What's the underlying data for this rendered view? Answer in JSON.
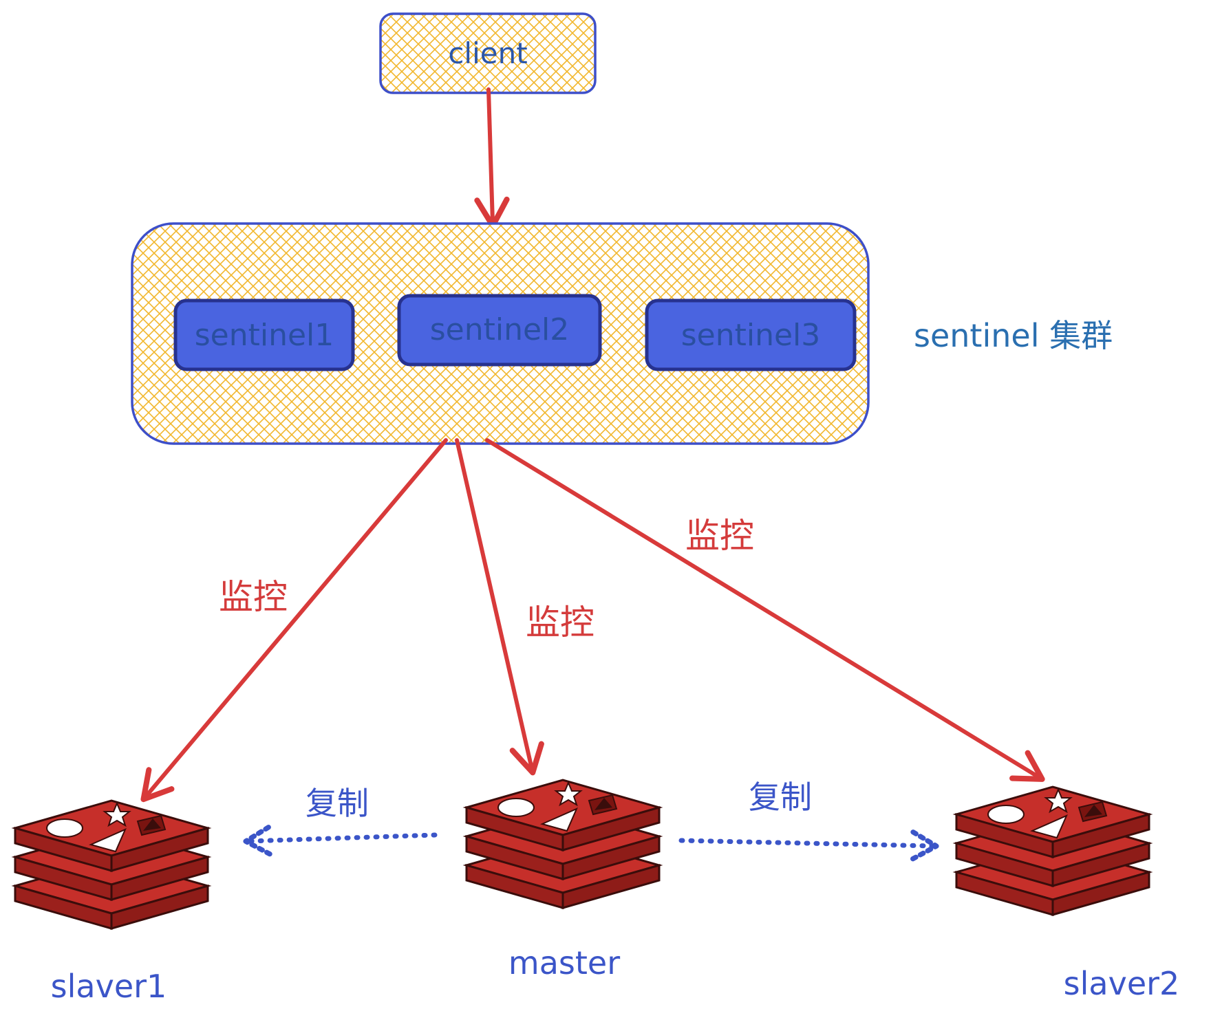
{
  "colors": {
    "hatch": "#f5c23a",
    "box_border": "#3d4fc9",
    "sentinel_fill": "#4a64e0",
    "arrow_red": "#d83a3a",
    "text_blue": "#3b55c8",
    "text_red": "#d43b3b",
    "redis_red": "#c62f2a",
    "redis_dark": "#8e1c18"
  },
  "client": {
    "label": "client"
  },
  "cluster": {
    "label": "sentinel 集群",
    "sentinels": [
      {
        "label": "sentinel1"
      },
      {
        "label": "sentinel2"
      },
      {
        "label": "sentinel3"
      }
    ]
  },
  "monitor_labels": [
    "监控",
    "监控",
    "监控"
  ],
  "replicate_labels": [
    "复制",
    "复制"
  ],
  "nodes": {
    "slave1": "slaver1",
    "master": "master",
    "slave2": "slaver2"
  },
  "icons": {
    "redis": "redis-stack-icon"
  }
}
